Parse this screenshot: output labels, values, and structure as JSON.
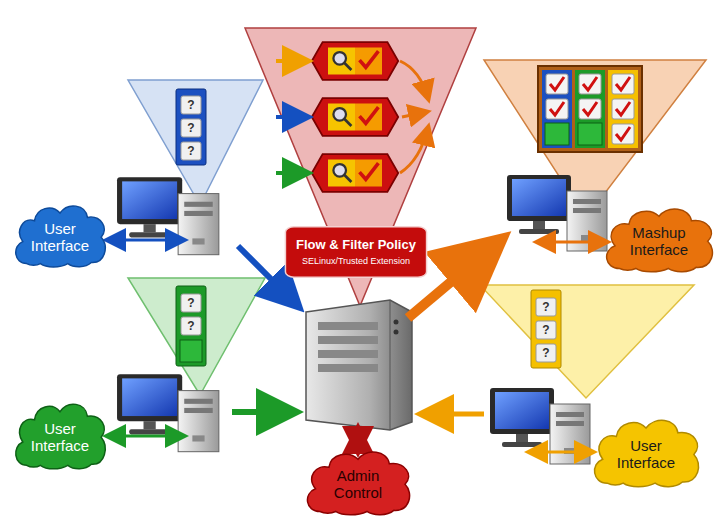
{
  "diagram": {
    "nodes": [
      {
        "text": [
          "User Interface"
        ]
      },
      {
        "text": [
          "Flow & Filter Policy",
          "SELinux/Trusted Extension"
        ]
      },
      {
        "text": [
          "Mashup Interface"
        ]
      },
      {
        "text": [
          "User Interface"
        ]
      },
      {
        "text": [
          "User Interface"
        ]
      },
      {
        "text": [
          "Admin Control"
        ]
      }
    ],
    "labels": [
      "?",
      "?",
      "?",
      "?",
      "?",
      "?",
      "?",
      "?"
    ]
  }
}
